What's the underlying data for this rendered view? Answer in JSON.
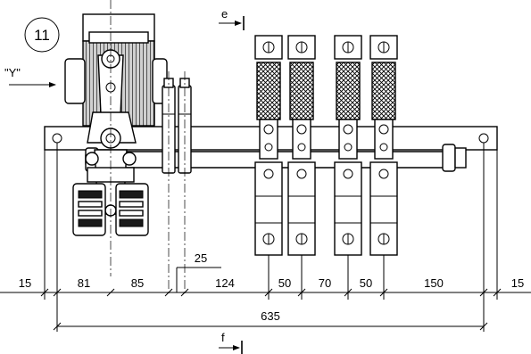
{
  "figure_number": "11",
  "view_labels": {
    "y_view": "\"Y\"",
    "section_e": "e",
    "section_f": "f"
  },
  "dimensions": {
    "bottom_row": [
      "15",
      "81",
      "85",
      "124",
      "50",
      "70",
      "50",
      "150",
      "15"
    ],
    "overall": "635",
    "offset": "25"
  },
  "icons": [
    "screw-head-icon",
    "cross-slot-icon",
    "insulator-mesh-icon"
  ]
}
